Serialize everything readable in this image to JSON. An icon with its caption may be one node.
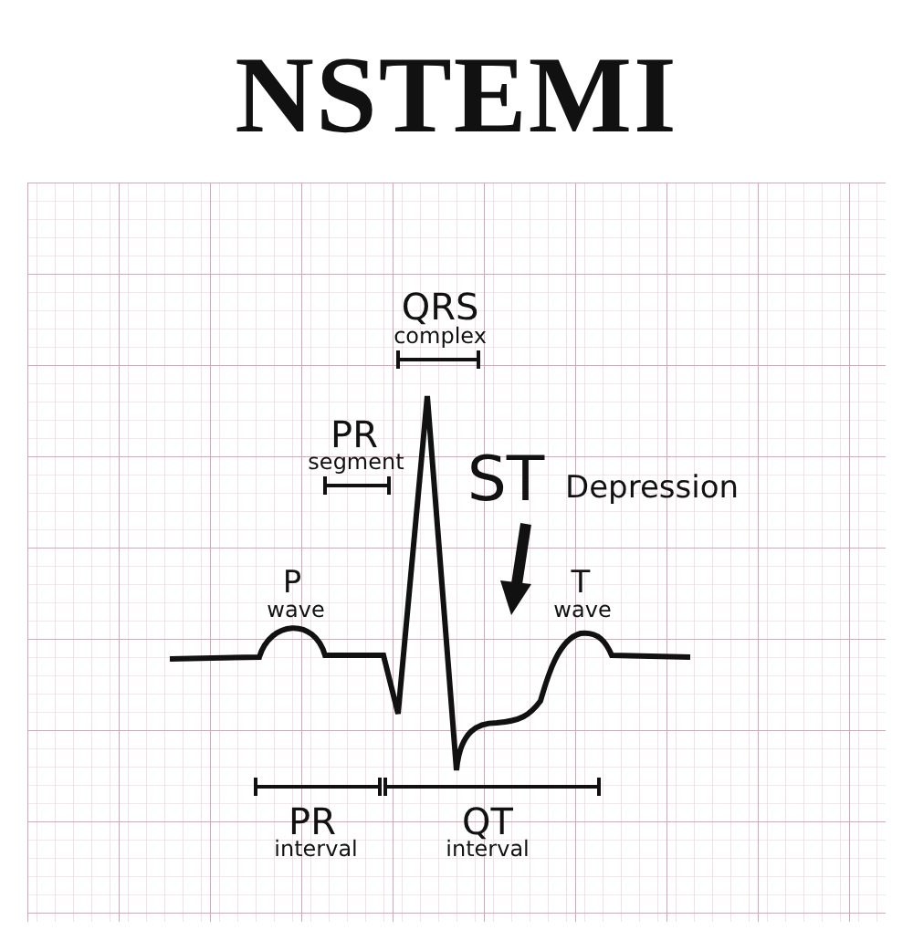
{
  "diagram": {
    "title": "NSTEMI",
    "labels": [
      "QRS",
      "complex",
      "PR",
      "segment",
      "ST",
      "Depression",
      "P",
      "wave",
      "T",
      "wave",
      "PR",
      "interval",
      "QT",
      "interval"
    ]
  }
}
